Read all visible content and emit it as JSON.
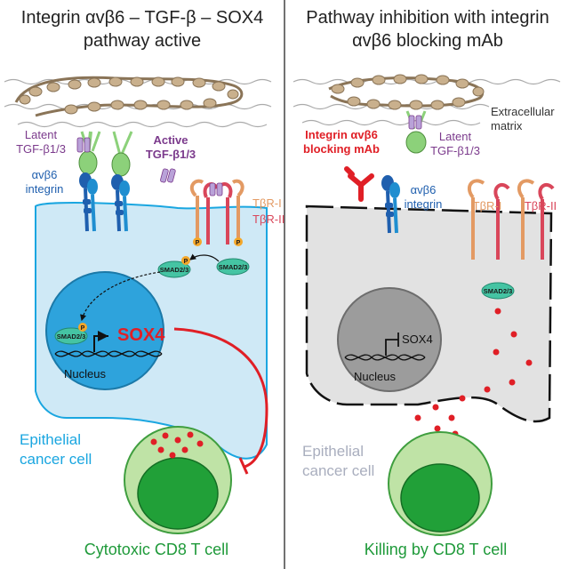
{
  "colors": {
    "latent": "#7b3a8c",
    "integrin": "#1f5fae",
    "tbr1": "#e39a63",
    "tbr2": "#d9465a",
    "inhibit": "#e01f26",
    "cyan": "#1aa6e0",
    "green": "#1f9a3a",
    "gray": "#a9aebe",
    "cell_fill_left": "#cfe9f6",
    "cell_fill_right": "#e2e2e2",
    "matrix": "#c9b08d"
  },
  "left_panel": {
    "title_line1": "Integrin αvβ6 – TGF-β – SOX4",
    "title_line2": "pathway active",
    "latent_line1": "Latent",
    "latent_line2": "TGF-β1/3",
    "active_line1": "Active",
    "active_line2": "TGF-β1/3",
    "integrin_line1": "αvβ6",
    "integrin_line2": "integrin",
    "tbr1": "TβR-I",
    "tbr2": "TβR-II",
    "p_mark": "P",
    "smad_cytoplasm": "SMAD2/3",
    "smad_membrane": "SMAD2/3",
    "smad_nucleus": "SMAD2/3",
    "sox4": "SOX4",
    "nucleus": "Nucleus",
    "cell_line1": "Epithelial",
    "cell_line2": "cancer cell",
    "tcell": "Cytotoxic CD8 T cell"
  },
  "right_panel": {
    "title_line1": "Pathway inhibition with integrin",
    "title_line2": "αvβ6 blocking mAb",
    "ecm_line1": "Extracellular",
    "ecm_line2": "matrix",
    "mab_line1": "Integrin αvβ6",
    "mab_line2": "blocking mAb",
    "latent_line1": "Latent",
    "latent_line2": "TGF-β1/3",
    "integrin_line1": "αvβ6",
    "integrin_line2": "integrin",
    "tbr1": "TβR-I",
    "tbr2": "TβR-II",
    "smad": "SMAD2/3",
    "sox4": "SOX4",
    "nucleus": "Nucleus",
    "cell_line1": "Epithelial",
    "cell_line2": "cancer cell",
    "tcell": "Killing by CD8 T cell"
  }
}
